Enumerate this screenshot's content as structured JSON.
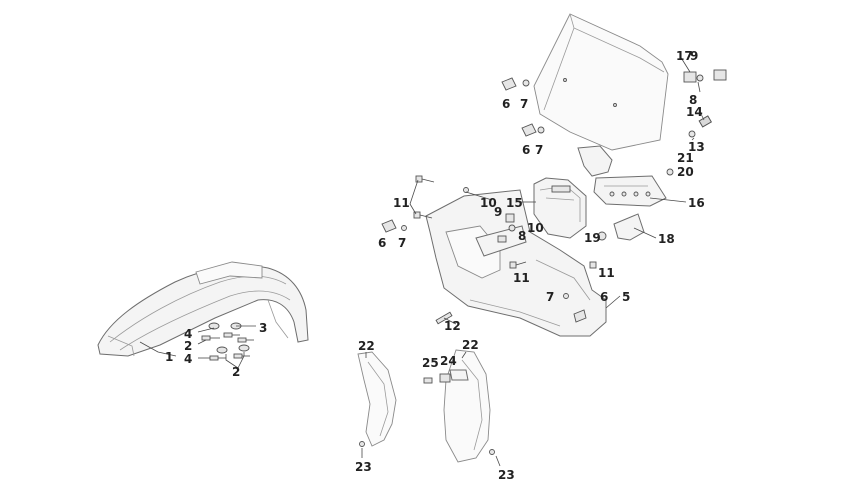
{
  "callouts": {
    "c1": "1",
    "c2a": "2",
    "c2b": "2",
    "c3": "3",
    "c4a": "4",
    "c4b": "4",
    "c5": "5",
    "c6a": "6",
    "c6b": "6",
    "c6c": "6",
    "c6d": "6",
    "c7a": "7",
    "c7b": "7",
    "c7c": "7",
    "c7d": "7",
    "c8a": "8",
    "c8b": "8",
    "c9": "9",
    "c10a": "10",
    "c10b": "10",
    "c11a": "11",
    "c11b": "11",
    "c11c": "11",
    "c12": "12",
    "c13": "13",
    "c14": "14",
    "c15": "15",
    "c16": "16",
    "c17": "17",
    "c9b": "9",
    "c18": "18",
    "c19": "19",
    "c20": "20",
    "c21": "21",
    "c22a": "22",
    "c22b": "22",
    "c23a": "23",
    "c23b": "23",
    "c24": "24",
    "c25": "25"
  }
}
